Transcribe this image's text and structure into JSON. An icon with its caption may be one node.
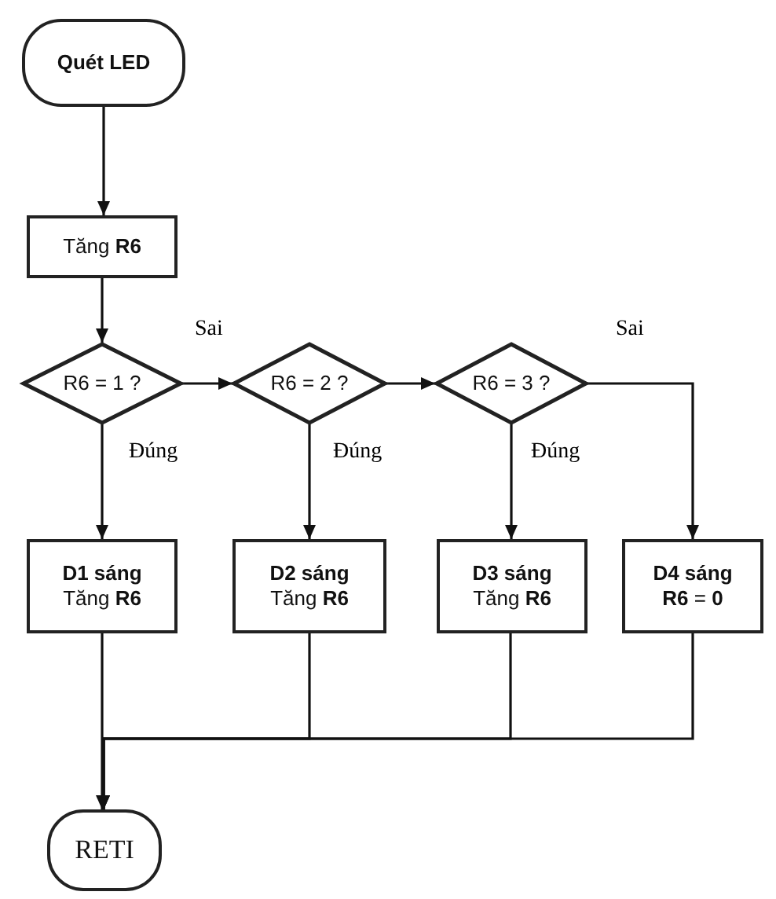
{
  "diagram": {
    "nodes": [
      {
        "text": [
          "Quét LED"
        ]
      },
      {
        "text": [
          "Tăng **R6**"
        ]
      },
      {
        "text": [
          "R6 = 1 ?"
        ]
      },
      {
        "text": [
          "R6 = 2 ?"
        ]
      },
      {
        "text": [
          "R6 = 3 ?"
        ]
      },
      {
        "text": [
          "D1 sáng",
          "Tăng **R6**"
        ]
      },
      {
        "text": [
          "D2 sáng",
          "Tăng **R6**"
        ]
      },
      {
        "text": [
          "D3 sáng",
          "Tăng **R6**"
        ]
      },
      {
        "text": [
          "D4 sáng",
          "**R6** = **0**"
        ]
      },
      {
        "text": [
          "RETI"
        ]
      }
    ],
    "edges": [
      {
        "from": 0,
        "to": 1,
        "arrow": "to"
      },
      {
        "from": 1,
        "to": 2,
        "arrow": "to"
      },
      {
        "from": 2,
        "to": 3,
        "arrow": "to",
        "label": "Sai"
      },
      {
        "from": 3,
        "to": 4,
        "arrow": "to"
      },
      {
        "from": 4,
        "to": 8,
        "arrow": "to",
        "label": "Sai"
      },
      {
        "from": 2,
        "to": 5,
        "arrow": "to",
        "label": "Đúng"
      },
      {
        "from": 3,
        "to": 6,
        "arrow": "to",
        "label": "Đúng"
      },
      {
        "from": 4,
        "to": 7,
        "arrow": "to",
        "label": "Đúng"
      },
      {
        "from": 5,
        "to": 9,
        "arrow": "to"
      },
      {
        "from": 6,
        "to": 9,
        "arrow": "to"
      },
      {
        "from": 7,
        "to": 9,
        "arrow": "to"
      },
      {
        "from": 8,
        "to": 9,
        "arrow": "to"
      }
    ]
  }
}
